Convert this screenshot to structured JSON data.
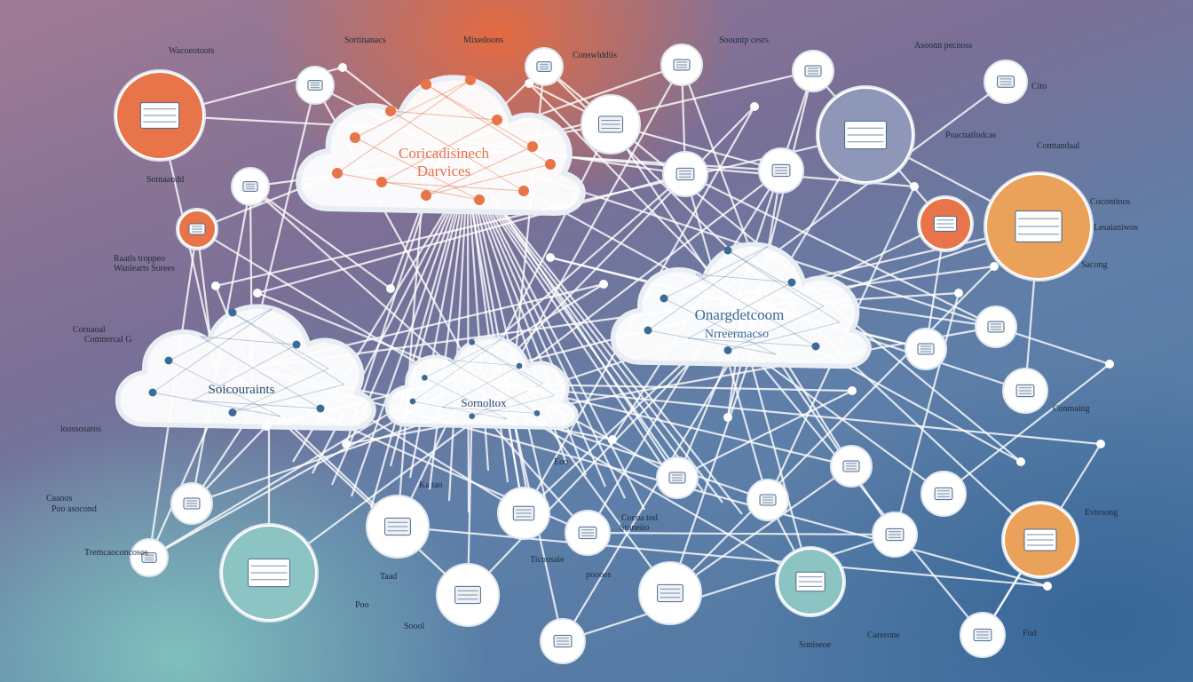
{
  "clouds": {
    "orange": {
      "line1": "Coricadisinech",
      "line2": "Darvices"
    },
    "blue": {
      "line1": "Onargdetcoom",
      "line2": "Nrreermacso"
    },
    "left": {
      "line1": "Soicouraints"
    },
    "middle": {
      "line1": "Sornoltox"
    }
  },
  "labels": [
    "Wacoeotoots",
    "Sortinanacs",
    "Mixedoons",
    "Conswlddiis",
    "Soounip cesrs",
    "Asoonn pecnoss",
    "Cito",
    "Poacnatlodcas",
    "Comtandaal",
    "Cocontinos",
    "Lesaianiwos",
    "Sacong",
    "Somaandd",
    "Raatls troppeo",
    "Wanlearts Sorees",
    "Cornaoal",
    "Comnercal G",
    "loossosaros",
    "Caaoos",
    "Poo asocond",
    "Tremcaoconcosos",
    "Conmaing",
    "Evtroong",
    "Fod",
    "Carerone",
    "Soniseoe",
    "Poo",
    "Soool",
    "Taad",
    "Ticnosaie",
    "poooes",
    "Cocoa tod",
    "Sraneiio",
    "Eoo",
    "Ka tao"
  ],
  "colors": {
    "orange": "#e8744a",
    "amber": "#eaa25a",
    "slate": "#8e97b8",
    "teal": "#8cc4c4",
    "navy": "#3d6a96"
  }
}
